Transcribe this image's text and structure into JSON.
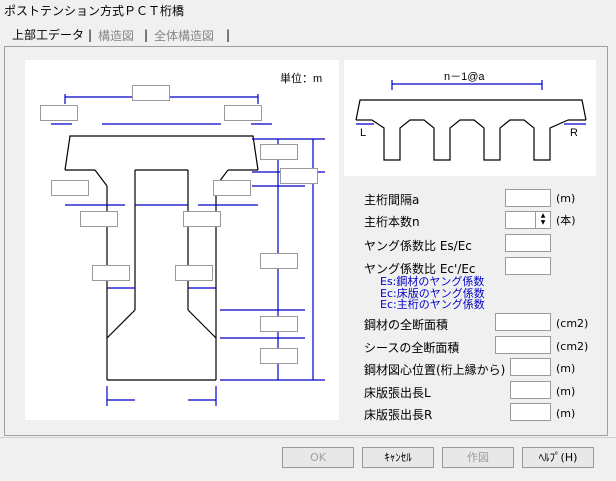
{
  "window": {
    "title": "ポストテンション方式ＰＣＴ桁橋"
  },
  "tabs": [
    {
      "label": "上部工データ",
      "active": true
    },
    {
      "label": "構造図",
      "active": false
    },
    {
      "label": "全体構造図",
      "active": false
    }
  ],
  "diagram": {
    "unit_label": "単位：m"
  },
  "overview": {
    "spacing_label": "n－1@a",
    "left_label": "L",
    "right_label": "R"
  },
  "params": [
    {
      "label": "主桁間隔a",
      "unit": "(m)",
      "value": ""
    },
    {
      "label": "主桁本数n",
      "unit": "(本)",
      "value": ""
    },
    {
      "label": "ヤング係数比 Es/Ec",
      "unit": "",
      "value": ""
    },
    {
      "label": "ヤング係数比 Ec'/Ec",
      "unit": "",
      "value": ""
    }
  ],
  "notes": [
    "Es:鋼材のヤング係数",
    "Ec:床版のヤング係数",
    "Ec:主桁のヤング係数"
  ],
  "params2": [
    {
      "label": "鋼材の全断面積",
      "unit": "(cm2)",
      "value": ""
    },
    {
      "label": "シースの全断面積",
      "unit": "(cm2)",
      "value": ""
    },
    {
      "label": "鋼材図心位置(桁上縁から)",
      "unit": "(m)",
      "value": ""
    },
    {
      "label": "床版張出長L",
      "unit": "(m)",
      "value": ""
    },
    {
      "label": "床版張出長R",
      "unit": "(m)",
      "value": ""
    }
  ],
  "buttons": {
    "ok": "OK",
    "cancel": "ｷｬﾝｾﾙ",
    "draw": "作図",
    "help": "ﾍﾙﾌﾟ(H)"
  },
  "colors": {
    "dimension": "#0000c8",
    "outline": "#000000"
  }
}
